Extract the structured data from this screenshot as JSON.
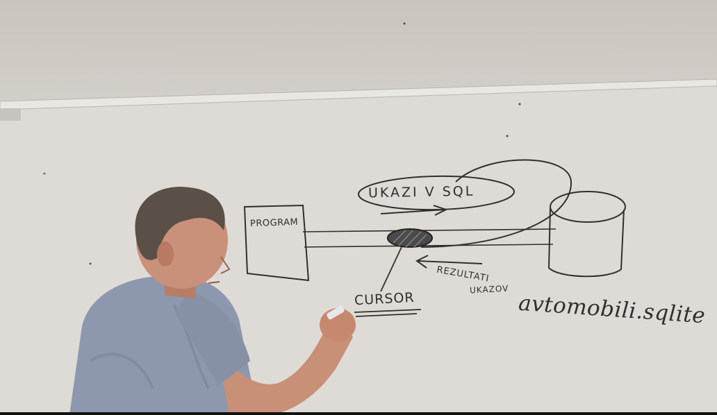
{
  "scene": {
    "description_role": "photo of a lecturer drawing a database diagram on a whiteboard"
  },
  "whiteboard": {
    "program_label": "PROGRAM",
    "sql_label": "UKAZI V SQL",
    "results_label_line1": "REZULTATI",
    "results_label_line2": "UKAZOV",
    "cursor_label": "CURSOR",
    "database_label": "avtomobili.sqlite"
  },
  "colors": {
    "wall": "#cfcac4",
    "whiteboard": "#dedbd7",
    "marker": "#2f2f2f",
    "shirt": "#8d98ae",
    "skin": "#c9907a",
    "hair": "#5b5048"
  }
}
